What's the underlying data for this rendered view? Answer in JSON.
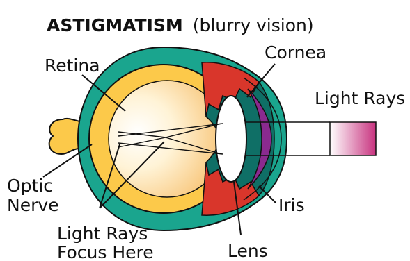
{
  "title": {
    "bold": "ASTIGMATISM",
    "rest": "(blurry vision)"
  },
  "labels": {
    "retina": "Retina",
    "cornea": "Cornea",
    "light_rays": "Light Rays",
    "optic_line1": "Optic",
    "optic_line2": "Nerve",
    "iris": "Iris",
    "focus_line1": "Light Rays",
    "focus_line2": "Focus Here",
    "lens": "Lens"
  },
  "colors": {
    "sclera": "#1aa58e",
    "retina": "#fcc94a",
    "cornea": "#d9362b",
    "iris": "#8a2a8f",
    "ciliary": "#0f6f66",
    "outline": "#111111",
    "rays_gradient_end": "#c8337f"
  }
}
